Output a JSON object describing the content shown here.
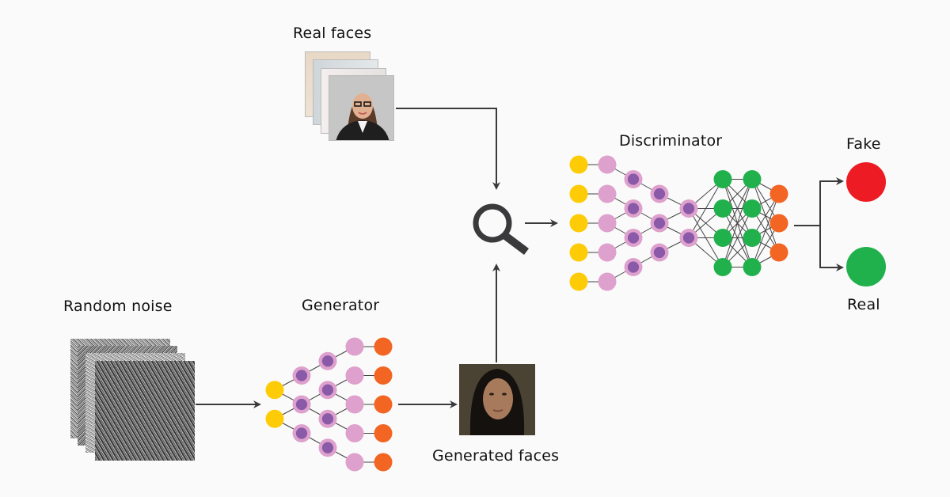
{
  "labels": {
    "real_faces": "Real faces",
    "random_noise": "Random noise",
    "generator": "Generator",
    "generated_faces": "Generated faces",
    "discriminator": "Discriminator",
    "fake": "Fake",
    "real": "Real"
  },
  "icons": {
    "inspect": "magnifier-icon"
  },
  "colors": {
    "background": "#fafafa",
    "input_node": "#fecc07",
    "hidden_node": "#dea0cc",
    "hidden_core": "#8a5aa8",
    "output_node": "#f26522",
    "dense_node": "#21b14c",
    "fake": "#ed1c24",
    "real": "#21b14c",
    "arrow": "#3a3a3c"
  },
  "generator": {
    "layers": [
      {
        "count": 2,
        "type": "input"
      },
      {
        "count": 3,
        "type": "hidden"
      },
      {
        "count": 4,
        "type": "hidden"
      },
      {
        "count": 5,
        "type": "plain"
      },
      {
        "count": 5,
        "type": "output"
      }
    ]
  },
  "discriminator": {
    "layers": [
      {
        "count": 5,
        "type": "input"
      },
      {
        "count": 5,
        "type": "plain"
      },
      {
        "count": 4,
        "type": "hidden"
      },
      {
        "count": 3,
        "type": "hidden"
      },
      {
        "count": 2,
        "type": "hidden"
      },
      {
        "count": 4,
        "type": "dense"
      },
      {
        "count": 4,
        "type": "dense"
      },
      {
        "count": 3,
        "type": "output"
      }
    ]
  }
}
